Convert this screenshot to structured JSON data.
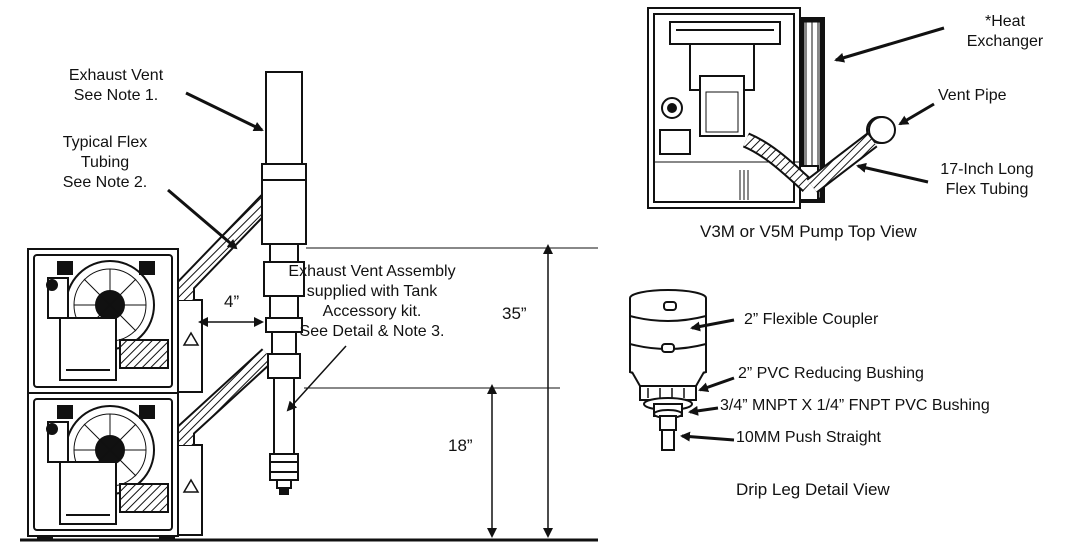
{
  "main_view": {
    "exhaust_vent": [
      "Exhaust Vent",
      "See Note 1."
    ],
    "flex_tubing": [
      "Typical Flex",
      "Tubing",
      "See Note 2."
    ],
    "vent_assembly": [
      "Exhaust Vent Assembly",
      "supplied with Tank",
      "Accessory kit.",
      "See Detail & Note 3."
    ],
    "gap": "4”",
    "height_upper": "35”",
    "height_lower": "18”"
  },
  "top_view": {
    "heat_exchanger": [
      "*Heat",
      "Exchanger"
    ],
    "vent_pipe": "Vent Pipe",
    "flex_tubing": [
      "17-Inch Long",
      "Flex Tubing"
    ],
    "title": "V3M or V5M Pump Top View"
  },
  "drip_leg": {
    "coupler": "2” Flexible Coupler",
    "reducing_bushing": "2” PVC Reducing Bushing",
    "pvc_bushing": "3/4” MNPT X 1/4” FNPT PVC Bushing",
    "push_straight": "10MM Push Straight",
    "title": "Drip Leg Detail View"
  }
}
